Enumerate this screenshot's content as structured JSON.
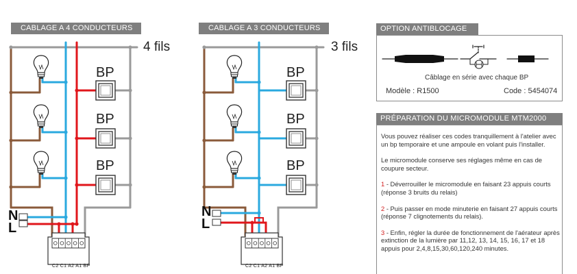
{
  "left": {
    "header": "CABLAGE A 4 CONDUCTEURS",
    "wires": "4 fils",
    "bp": [
      "BP",
      "BP",
      "BP"
    ],
    "n": "N",
    "l": "L",
    "terminals": "C2 C1 A2 A1 BP"
  },
  "middle": {
    "header": "CABLAGE A 3 CONDUCTEURS",
    "wires": "3 fils",
    "bp": [
      "BP",
      "BP",
      "BP"
    ],
    "n": "N",
    "l": "L",
    "terminals": "C2 C1 A2 A1 BP"
  },
  "option": {
    "header": "OPTION ANTIBLOCAGE",
    "caption": "Câblage en série avec chaque BP",
    "model": "Modèle : R1500",
    "code": "Code : 5454074"
  },
  "preparation": {
    "header": "PRÉPARATION DU MICROMODULE MTM2000",
    "intro": "Vous pouvez réaliser ces codes tranquillement à l'atelier avec un bp temporaire et une ampoule en volant puis l'installer.",
    "note": "Le micromodule conserve ses réglages même en cas de coupure secteur.",
    "steps": [
      {
        "num": "1",
        "text": " - Déverrouiller le micromodule en faisant 23 appuis courts (réponse 3 bruits du relais)"
      },
      {
        "num": "2",
        "text": " - Puis passer en mode minuterie en faisant 27 appuis courts (réponse 7 clignotements du relais)."
      },
      {
        "num": "3",
        "text": " - Enfin, régler la durée de fonctionnement de l'aérateur après extinction de la lumière par 11,12, 13, 14, 15, 16, 17 et 18 appuis pour 2,4,8,15,30,60,120,240 minutes."
      }
    ]
  },
  "colors": {
    "header_bg": "#7f7f7f",
    "neutral_wire": "#2aa9df",
    "live_wire": "#e0161b",
    "return_wire": "#8a5a3a",
    "bus_wire": "#9a9a9a"
  }
}
